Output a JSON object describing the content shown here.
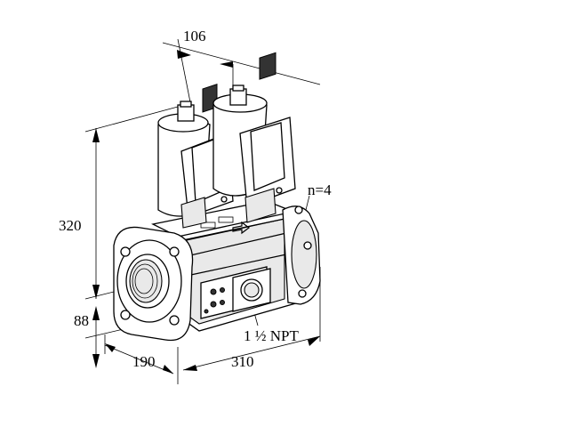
{
  "dimensions": {
    "top_width": "106",
    "height": "320",
    "base_height": "88",
    "depth": "190",
    "length": "310",
    "flange_bolts": "n=4",
    "port_thread": "1 ½ NPT"
  }
}
